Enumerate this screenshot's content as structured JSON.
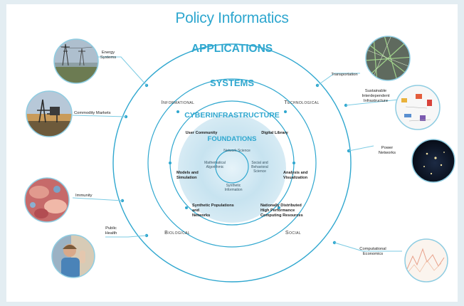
{
  "title": "Policy Informatics",
  "rings": {
    "applications": "APPLICATIONS",
    "systems": "SYSTEMS",
    "cyberinfrastructure": "CYBERINFRASTRUCTURE",
    "foundations": "FOUNDATIONS"
  },
  "system_types": {
    "informational": "Informational",
    "technological": "Technological",
    "biological": "Biological",
    "social": "Social"
  },
  "cyber_items": {
    "user_community": "User Community",
    "digital_library": "Digital Library",
    "models_simulation": [
      "Models and",
      "Simulation"
    ],
    "analysis_visualization": [
      "Analysis and",
      "Visualization"
    ],
    "synthetic_populations": [
      "Synthetic Populations",
      "and",
      "Networks"
    ],
    "computing_resources": [
      "Nationally Distributed",
      "High Performance",
      "Computing Resources"
    ]
  },
  "foundation_items": {
    "network_science": "Network Science",
    "math_algorithmic": [
      "Mathematical",
      "Algorithmic"
    ],
    "social_behavioral": [
      "Social and",
      "Behavioral",
      "Science"
    ],
    "synthetic_information": [
      "Synthetic",
      "Information"
    ]
  },
  "applications_left": {
    "energy": [
      "Energy",
      "Systems"
    ],
    "commodity": "Commodity Markets",
    "immunity": "Immunity",
    "public_health": [
      "Public",
      "Health"
    ]
  },
  "applications_right": {
    "transportation": "Transportation",
    "sustainable": [
      "Sustainable",
      "Interdependent",
      "Infrastructure"
    ],
    "power": [
      "Power",
      "Networks"
    ],
    "economics": [
      "Computational",
      "Economics"
    ]
  },
  "colors": {
    "accent": "#2fa7cf",
    "core_fill": "#cfe6f1",
    "line": "#7ccbe3",
    "text_dark": "#333333"
  }
}
